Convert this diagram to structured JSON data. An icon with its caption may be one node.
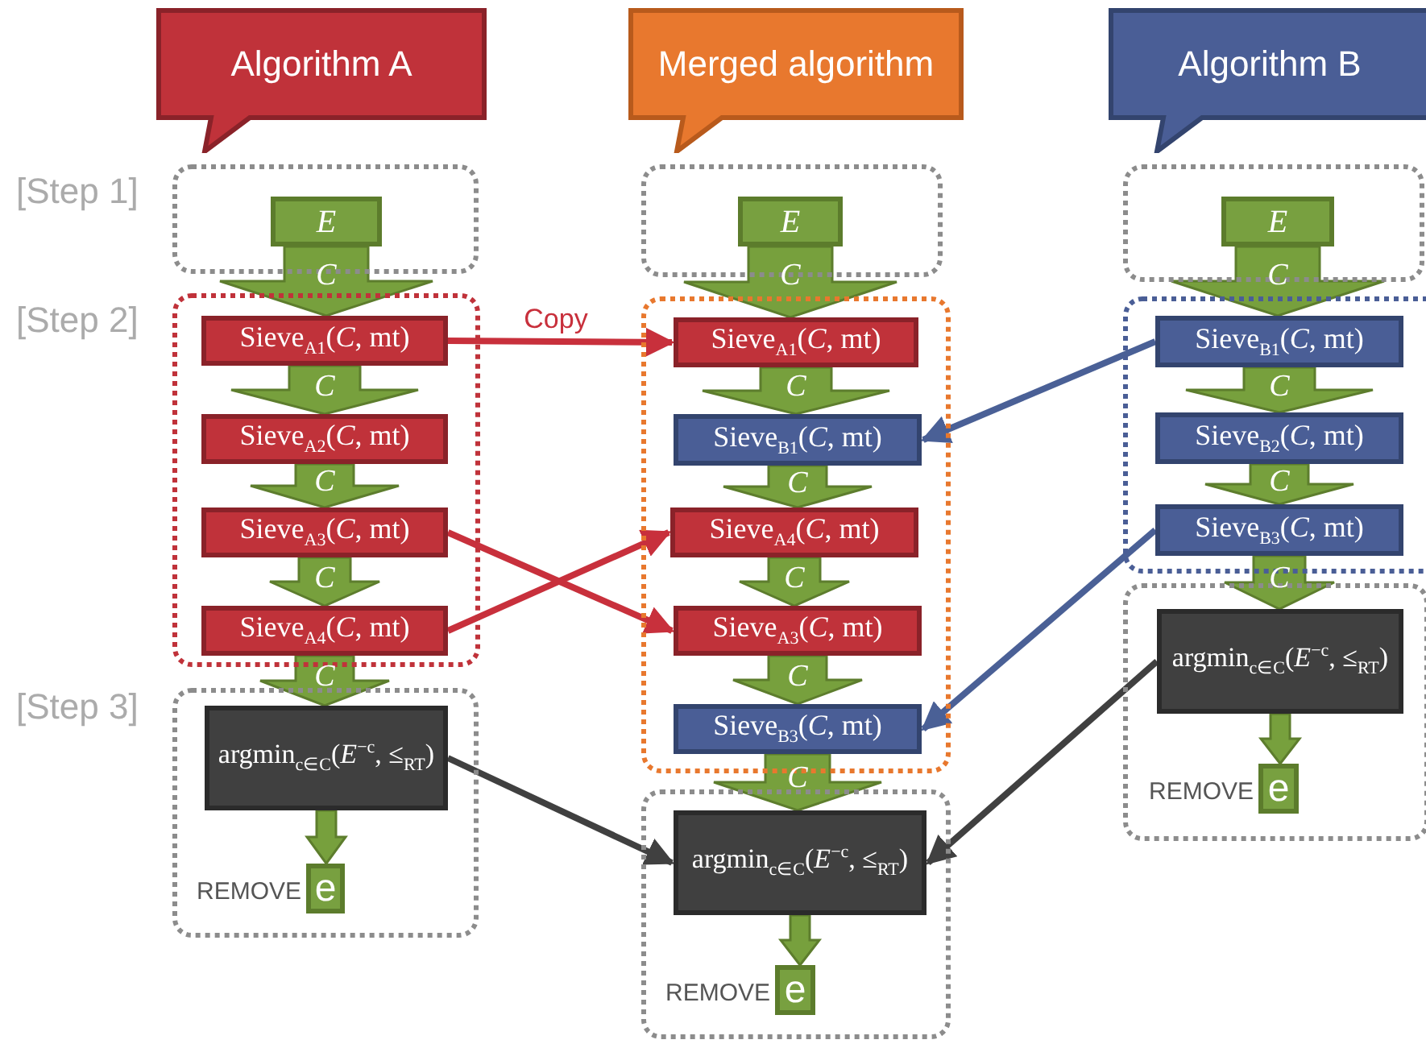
{
  "diagram": {
    "nodes": [
      {
        "text": [
          "Algorithm A"
        ]
      },
      {
        "text": [
          "Merged algorithm"
        ]
      },
      {
        "text": [
          "Algorithm B"
        ]
      },
      {
        "text": [],
        "shape": "box"
      },
      {
        "text": [
          "E"
        ],
        "in": 3
      },
      {
        "text": [],
        "shape": "box"
      },
      {
        "text": [
          "Sieve$_{A1}$(*C*, mt)"
        ],
        "in": 5
      },
      {
        "text": [
          "Sieve$_{A2}$(*C*, mt)"
        ],
        "in": 5
      },
      {
        "text": [
          "Sieve$_{A3}$(*C*, mt)"
        ],
        "in": 5
      },
      {
        "text": [
          "Sieve$_{A4}$(*C*, mt)"
        ],
        "in": 5
      },
      {
        "text": [],
        "shape": "box"
      },
      {
        "text": [
          "argmin$_{c∈C}$(*E*$^{−c}$, ≤$_{RT}$)"
        ],
        "in": 10
      },
      {
        "text": [
          "e"
        ],
        "in": 10,
        "beside": [
          "REMOVE"
        ]
      },
      {
        "text": [],
        "shape": "box"
      },
      {
        "text": [
          "E"
        ],
        "in": 13
      },
      {
        "text": [],
        "shape": "box"
      },
      {
        "text": [
          "Sieve$_{A1}$(*C*, mt)"
        ],
        "in": 15
      },
      {
        "text": [
          "Sieve$_{B1}$(*C*, mt)"
        ],
        "in": 15
      },
      {
        "text": [
          "Sieve$_{A4}$(*C*, mt)"
        ],
        "in": 15
      },
      {
        "text": [
          "Sieve$_{A3}$(*C*, mt)"
        ],
        "in": 15
      },
      {
        "text": [
          "Sieve$_{B3}$(*C*, mt)"
        ],
        "in": 15
      },
      {
        "text": [],
        "shape": "box"
      },
      {
        "text": [
          "argmin$_{c∈C}$(*E*$^{−c}$, ≤$_{RT}$)"
        ],
        "in": 21
      },
      {
        "text": [
          "e"
        ],
        "in": 21,
        "beside": [
          "REMOVE"
        ]
      },
      {
        "text": [],
        "shape": "box"
      },
      {
        "text": [
          "E"
        ],
        "in": 24
      },
      {
        "text": [],
        "shape": "box"
      },
      {
        "text": [
          "Sieve$_{B1}$(*C*, mt)"
        ],
        "in": 26
      },
      {
        "text": [
          "Sieve$_{B2}$(*C*, mt)"
        ],
        "in": 26
      },
      {
        "text": [
          "Sieve$_{B3}$(*C*, mt)"
        ],
        "in": 26
      },
      {
        "text": [],
        "shape": "box"
      },
      {
        "text": [
          "argmin$_{c∈C}$(*E*$^{−c}$, ≤$_{RT}$)"
        ],
        "in": 30
      },
      {
        "text": [
          "e"
        ],
        "in": 30,
        "beside": [
          "REMOVE"
        ]
      }
    ],
    "edges": [
      {
        "from": 4,
        "to": 6,
        "arrow": "to",
        "label": "C",
        "style": "thick"
      },
      {
        "from": 6,
        "to": 7,
        "arrow": "to",
        "label": "C",
        "style": "thick"
      },
      {
        "from": 7,
        "to": 8,
        "arrow": "to",
        "label": "C",
        "style": "thick"
      },
      {
        "from": 8,
        "to": 9,
        "arrow": "to",
        "label": "C",
        "style": "thick"
      },
      {
        "from": 9,
        "to": 11,
        "arrow": "to",
        "label": "C",
        "style": "thick"
      },
      {
        "from": 11,
        "to": 12,
        "arrow": "to",
        "style": "thick"
      },
      {
        "from": 14,
        "to": 16,
        "arrow": "to",
        "label": "C",
        "style": "thick"
      },
      {
        "from": 16,
        "to": 17,
        "arrow": "to",
        "label": "C",
        "style": "thick"
      },
      {
        "from": 17,
        "to": 18,
        "arrow": "to",
        "label": "C",
        "style": "thick"
      },
      {
        "from": 18,
        "to": 19,
        "arrow": "to",
        "label": "C",
        "style": "thick"
      },
      {
        "from": 19,
        "to": 20,
        "arrow": "to",
        "label": "C",
        "style": "thick"
      },
      {
        "from": 20,
        "to": 22,
        "arrow": "to",
        "label": "C",
        "style": "thick"
      },
      {
        "from": 22,
        "to": 23,
        "arrow": "to",
        "style": "thick"
      },
      {
        "from": 25,
        "to": 27,
        "arrow": "to",
        "label": "C",
        "style": "thick"
      },
      {
        "from": 27,
        "to": 28,
        "arrow": "to",
        "label": "C",
        "style": "thick"
      },
      {
        "from": 28,
        "to": 29,
        "arrow": "to",
        "label": "C",
        "style": "thick"
      },
      {
        "from": 29,
        "to": 31,
        "arrow": "to",
        "label": "C",
        "style": "thick"
      },
      {
        "from": 31,
        "to": 32,
        "arrow": "to",
        "style": "thick"
      },
      {
        "from": 6,
        "to": 16,
        "arrow": "to",
        "label": "Copy",
        "color": "#c8303c"
      },
      {
        "from": 8,
        "to": 19,
        "arrow": "to",
        "color": "#c8303c"
      },
      {
        "from": 9,
        "to": 18,
        "arrow": "to",
        "color": "#c8303c"
      },
      {
        "from": 27,
        "to": 17,
        "arrow": "to",
        "color": "#4a6096"
      },
      {
        "from": 29,
        "to": 20,
        "arrow": "to",
        "color": "#4a6096"
      },
      {
        "from": 11,
        "to": 22,
        "arrow": "to",
        "color": "#404040"
      },
      {
        "from": 31,
        "to": 22,
        "arrow": "to",
        "color": "#404040"
      }
    ],
    "labels": [
      "[Step 1]",
      "[Step 2]",
      "[Step 3]"
    ]
  }
}
